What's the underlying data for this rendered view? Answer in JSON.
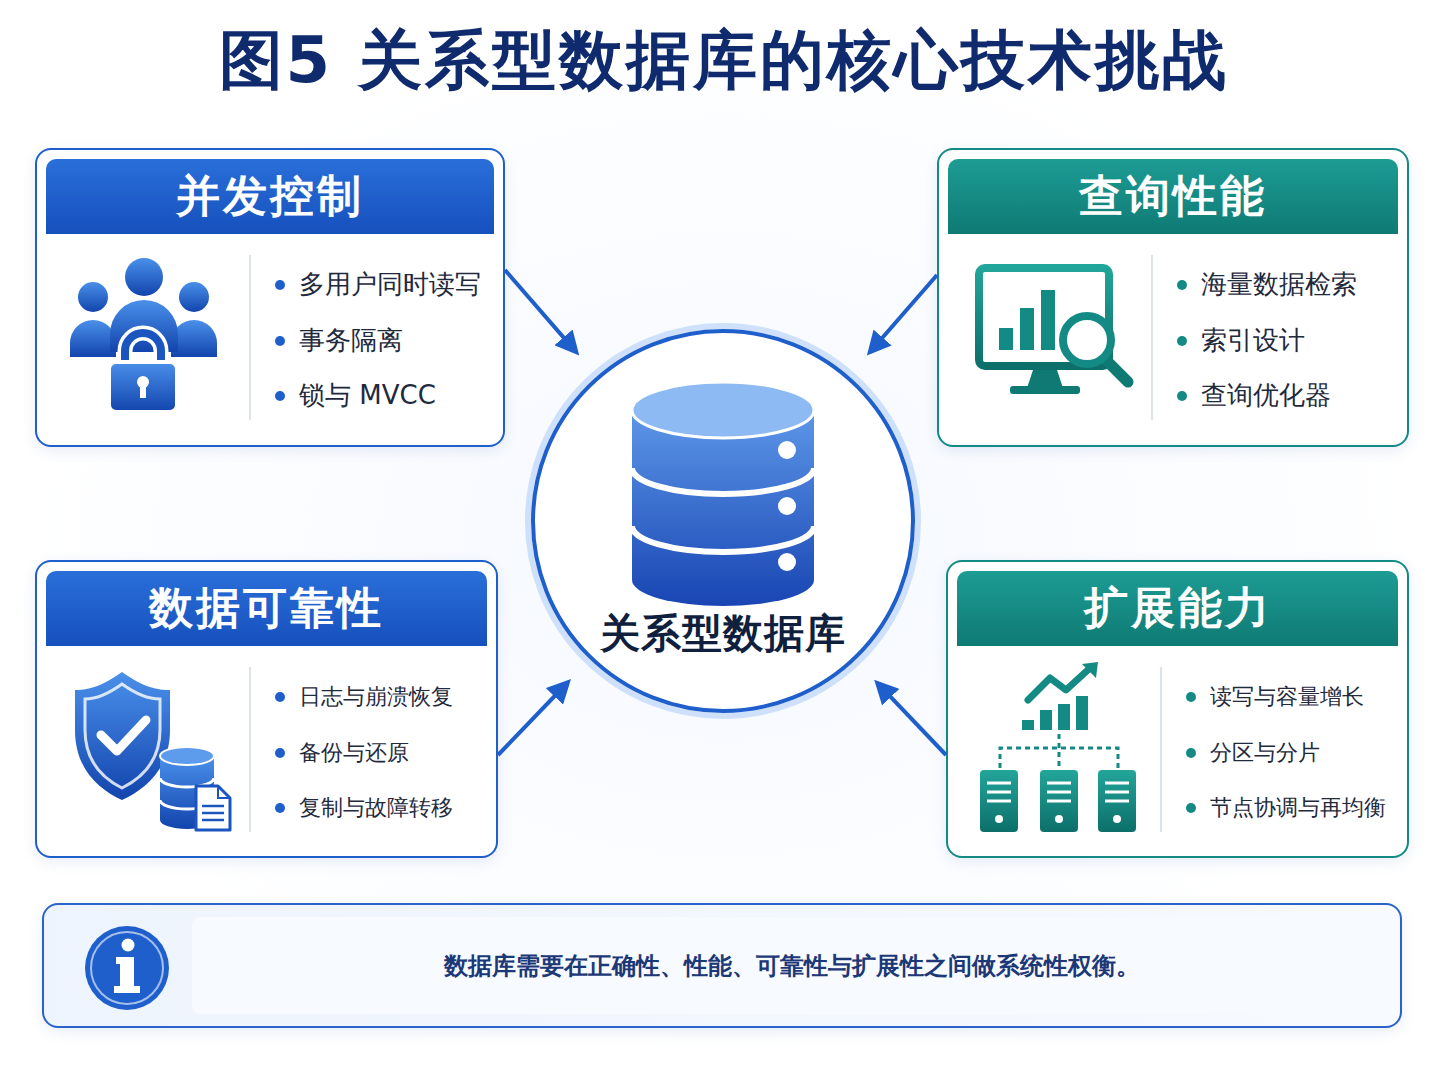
{
  "diagram": {
    "title": "图5 关系型数据库的核心技术挑战",
    "nodes": [
      {
        "text": [
          "并发控制",
          "多用户同时读写",
          "事务隔离",
          "锁与 MVCC"
        ]
      },
      {
        "text": [
          "查询性能",
          "海量数据检索",
          "索引设计",
          "查询优化器"
        ]
      },
      {
        "text": [
          "关系型数据库"
        ]
      },
      {
        "text": [
          "数据可靠性",
          "日志与崩溃恢复",
          "备份与还原",
          "复制与故障转移"
        ]
      },
      {
        "text": [
          "扩展能力",
          "读写与容量增长",
          "分区与分片",
          "节点协调与再均衡"
        ]
      },
      {
        "text": [
          "数据库需要在正确性、性能、可靠性与扩展性之间做系统性权衡。"
        ]
      }
    ],
    "edges": [
      {
        "from": 0,
        "to": 2,
        "arrow": "to"
      },
      {
        "from": 1,
        "to": 2,
        "arrow": "to"
      },
      {
        "from": 3,
        "to": 2,
        "arrow": "to"
      },
      {
        "from": 4,
        "to": 2,
        "arrow": "to"
      }
    ]
  }
}
